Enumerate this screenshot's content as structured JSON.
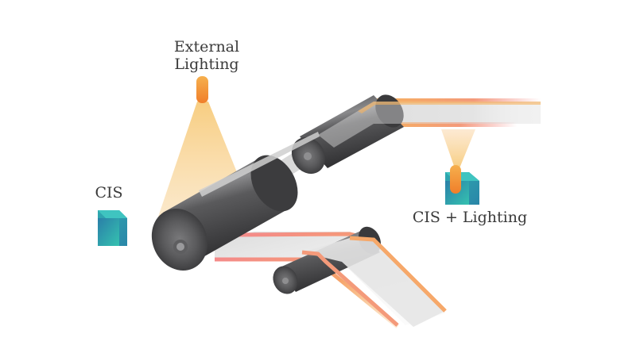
{
  "diagram": {
    "labels": {
      "external_lighting_line1": "External",
      "external_lighting_line2": "Lighting",
      "cis": "CIS",
      "cis_lighting": "CIS + Lighting"
    },
    "colors": {
      "roller": "#4a4a4c",
      "sensor_teal": "#2fb3b0",
      "sensor_blue": "#2a7fa8",
      "light_orange": "#f5963a",
      "beam": "#f7d08a",
      "web_edge_pink": "#f48a8a",
      "web_edge_orange": "#f6b25e",
      "web_fill": "#d9d9d9"
    }
  }
}
